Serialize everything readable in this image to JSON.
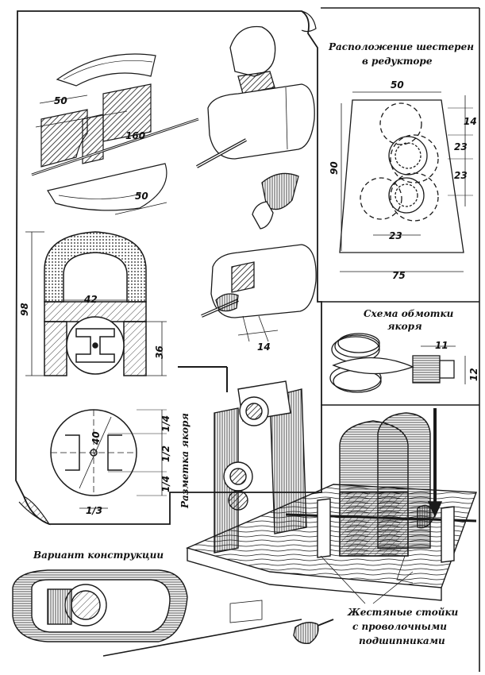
{
  "labels": {
    "gear_title_1": "Расположение шестерен",
    "gear_title_2": "в редукторе",
    "winding_title_1": "Схема обмотки",
    "winding_title_2": "якоря",
    "armature_marking": "Разметка якоря",
    "variant": "Вариант конструкции",
    "stands_1": "Жестяные стойки",
    "stands_2": "с проволочными",
    "stands_3": "подшипниками"
  },
  "dims": {
    "core_50_top": "50",
    "core_160": "160",
    "core_50_bottom": "50",
    "magnet_98": "98",
    "magnet_42": "42",
    "magnet_36": "36",
    "disk_40": "40",
    "disk_quarter_top": "1/4",
    "disk_half": "1/2",
    "disk_quarter_bottom": "1/4",
    "disk_third": "1/3",
    "arm_14": "14",
    "gear_50": "50",
    "gear_14": "14",
    "gear_23_a": "23",
    "gear_23_b": "23",
    "gear_23_c": "23",
    "gear_90": "90",
    "gear_75": "75",
    "coil_11": "11",
    "coil_12": "12"
  },
  "colors": {
    "ink": "#1a1a1a",
    "paper": "#ffffff",
    "wood": "#e8e0d0"
  }
}
